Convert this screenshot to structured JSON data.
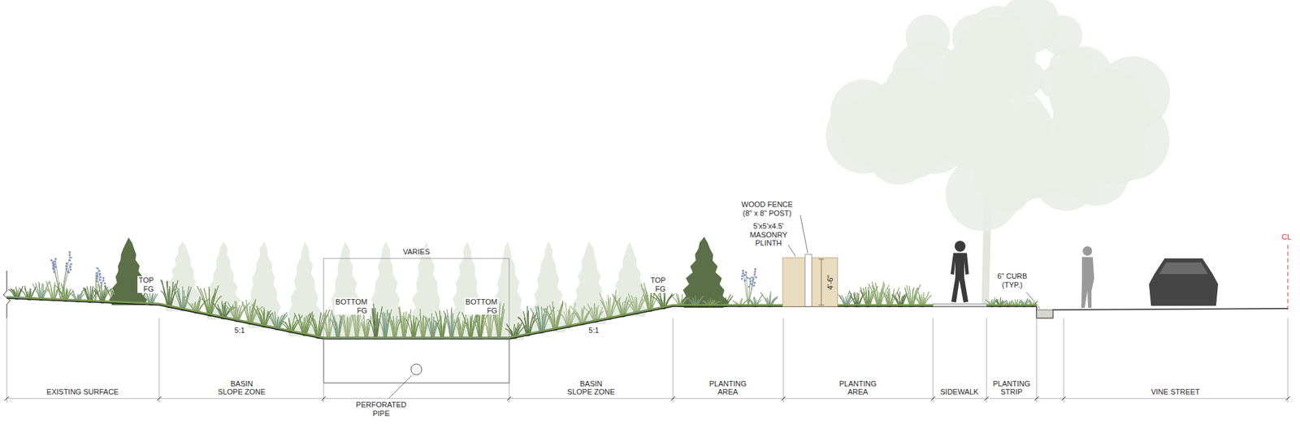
{
  "diagram": {
    "labels": [
      "WOOD FENCE (8\" x 8\" POST)",
      "5'x5'x4.5' MASONRY PLINTH",
      "4'-6\"",
      "VARIES",
      "TOP FG",
      "BOTTOM FG",
      "BOTTOM FG",
      "TOP FG",
      "5:1",
      "5:1",
      "6\" CURB (TYP.)",
      "CL",
      "EXISTING SURFACE",
      "BASIN SLOPE ZONE",
      "PERFORATED PIPE",
      "BASIN SLOPE ZONE",
      "PLANTING AREA",
      "PLANTING AREA",
      "SIDEWALK",
      "PLANTING STRIP",
      "VINE STREET"
    ]
  }
}
